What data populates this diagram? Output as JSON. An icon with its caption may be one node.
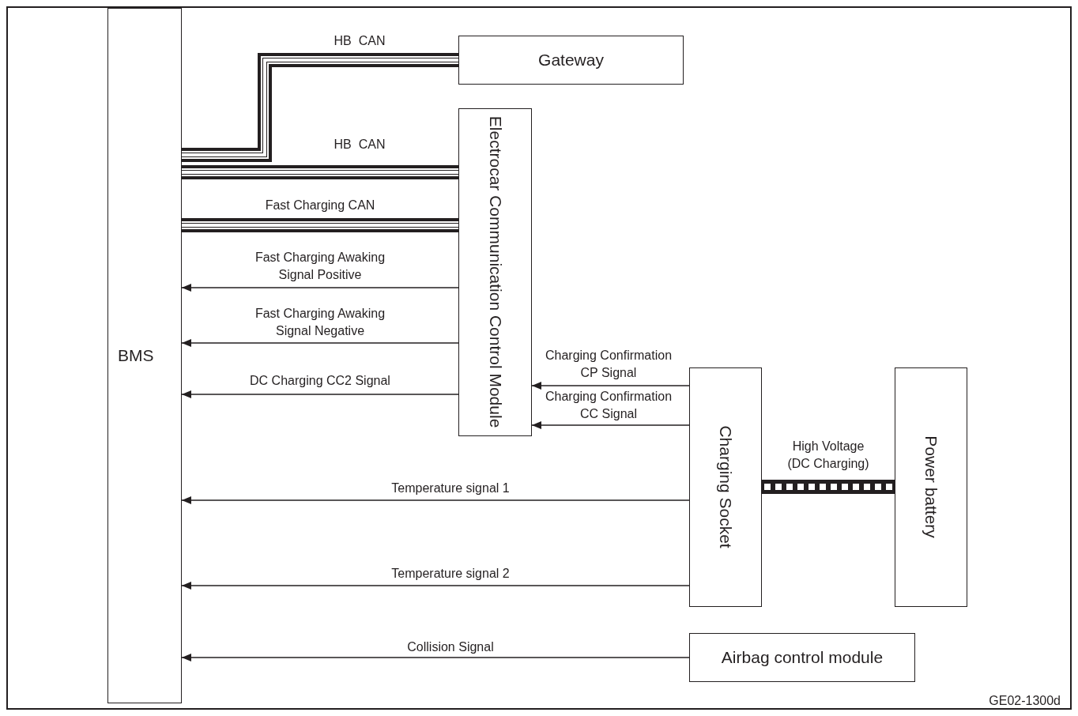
{
  "diagram": {
    "nodes": [
      {
        "text": [
          "BMS"
        ]
      },
      {
        "text": [
          "Gateway"
        ]
      },
      {
        "text": [
          "Electrocar Communication Control Module"
        ]
      },
      {
        "text": [
          "Charging Socket"
        ]
      },
      {
        "text": [
          "Power battery"
        ]
      },
      {
        "text": [
          "Airbag control module"
        ]
      }
    ],
    "edges": [
      {
        "from": 0,
        "to": 1,
        "arrow": "none",
        "label": "HB  CAN",
        "style": "thick"
      },
      {
        "from": 0,
        "to": 2,
        "arrow": "none",
        "label": "HB  CAN",
        "style": "thick"
      },
      {
        "from": 0,
        "to": 2,
        "arrow": "none",
        "label": "Fast Charging CAN",
        "style": "thick"
      },
      {
        "from": 2,
        "to": 0,
        "arrow": "to",
        "label": "Fast Charging Awaking Signal Positive"
      },
      {
        "from": 2,
        "to": 0,
        "arrow": "to",
        "label": "Fast Charging Awaking Signal Negative"
      },
      {
        "from": 2,
        "to": 0,
        "arrow": "to",
        "label": "DC Charging CC2 Signal"
      },
      {
        "from": 3,
        "to": 2,
        "arrow": "to",
        "label": "Charging Confirmation CP Signal"
      },
      {
        "from": 3,
        "to": 2,
        "arrow": "to",
        "label": "Charging Confirmation CC Signal"
      },
      {
        "from": 3,
        "to": 0,
        "arrow": "to",
        "label": "Temperature signal 1"
      },
      {
        "from": 3,
        "to": 0,
        "arrow": "to",
        "label": "Temperature signal 2"
      },
      {
        "from": 5,
        "to": 0,
        "arrow": "to",
        "label": "Collision Signal"
      },
      {
        "from": 3,
        "to": 4,
        "arrow": "none",
        "label": "High Voltage (DC Charging)",
        "style": "thick"
      }
    ],
    "labels": [
      "GE02-1300d"
    ]
  }
}
